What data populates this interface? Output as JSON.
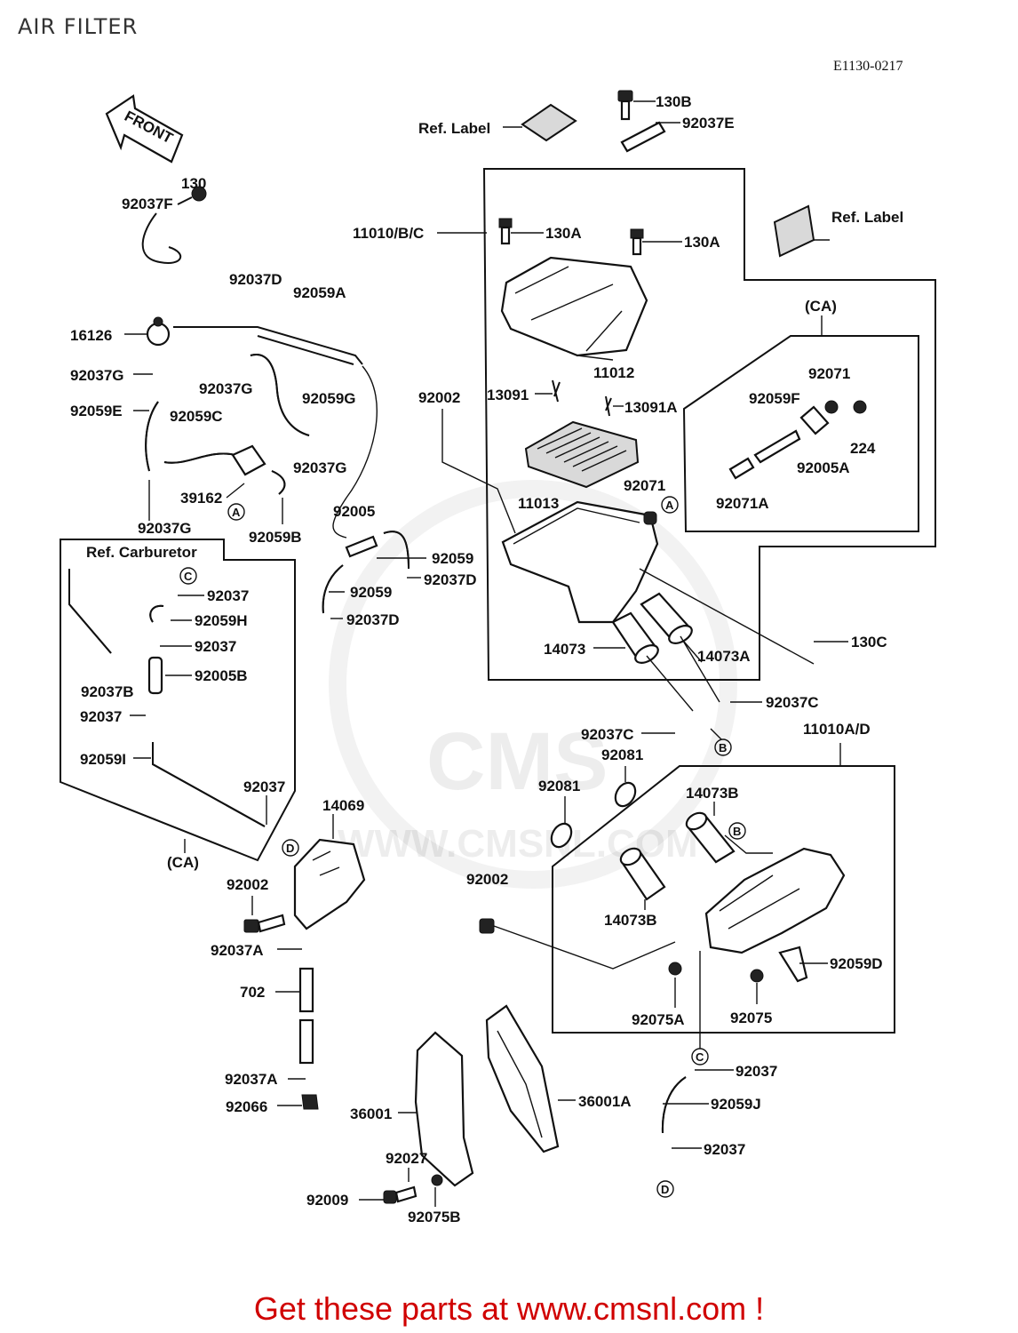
{
  "header": {
    "title": "AIR FILTER",
    "code": "E1130-0217"
  },
  "footer": {
    "text": "Get these parts at www.cmsnl.com !"
  },
  "watermark": {
    "logo": "CMS",
    "url": "WWW.CMSNL.COM"
  },
  "front_arrow": "FRONT",
  "boxes": {
    "ca_left": "(CA)",
    "ca_right": "(CA)",
    "ref_carburetor": "Ref. Carburetor"
  },
  "callouts": [
    "A",
    "B",
    "C",
    "D"
  ],
  "labels": {
    "p130b": "130B",
    "p92037e": "92037E",
    "ref_label_top": "Ref. Label",
    "ref_label_right": "Ref. Label",
    "p130": "130",
    "p92037f": "92037F",
    "p11010bc": "11010/B/C",
    "p130a_1": "130A",
    "p130a_2": "130A",
    "p92037d_top": "92037D",
    "p92059a": "92059A",
    "p16126": "16126",
    "p92037g_1": "92037G",
    "p92037g_2": "92037G",
    "p92059g": "92059G",
    "p92059e": "92059E",
    "p92059c": "92059C",
    "p92037g_3": "92037G",
    "p39162": "39162",
    "p92037g_4": "92037G",
    "p92059b": "92059B",
    "p11012": "11012",
    "p13091": "13091",
    "p13091a": "13091A",
    "p92002_top": "92002",
    "p92071_top": "92071",
    "p92059f": "92059F",
    "p224": "224",
    "p92005a": "92005A",
    "p92071a": "92071A",
    "p11013": "11013",
    "p92071_mid": "92071",
    "p92005": "92005",
    "p92059_1": "92059",
    "p92037d_2": "92037D",
    "p92059_2": "92059",
    "p92037d_3": "92037D",
    "p92037_1": "92037",
    "p92059h": "92059H",
    "p92037_2": "92037",
    "p92005b": "92005B",
    "p92037b": "92037B",
    "p92037_3": "92037",
    "p92059i": "92059I",
    "p92037_4": "92037",
    "p14073": "14073",
    "p14073a": "14073A",
    "p130c": "130C",
    "p92037c_1": "92037C",
    "p92037c_2": "92037C",
    "p11010ad": "11010A/D",
    "p92081_1": "92081",
    "p92081_2": "92081",
    "p14073b_1": "14073B",
    "p14073b_2": "14073B",
    "p14069": "14069",
    "p92002_left": "92002",
    "p92002_right": "92002",
    "p92037a_1": "92037A",
    "p702": "702",
    "p92059d": "92059D",
    "p92075a": "92075A",
    "p92075": "92075",
    "p92037_5": "92037",
    "p92059j": "92059J",
    "p92037_6": "92037",
    "p92037a_2": "92037A",
    "p92066": "92066",
    "p36001": "36001",
    "p36001a": "36001A",
    "p92027": "92027",
    "p92009": "92009",
    "p92075b": "92075B"
  }
}
